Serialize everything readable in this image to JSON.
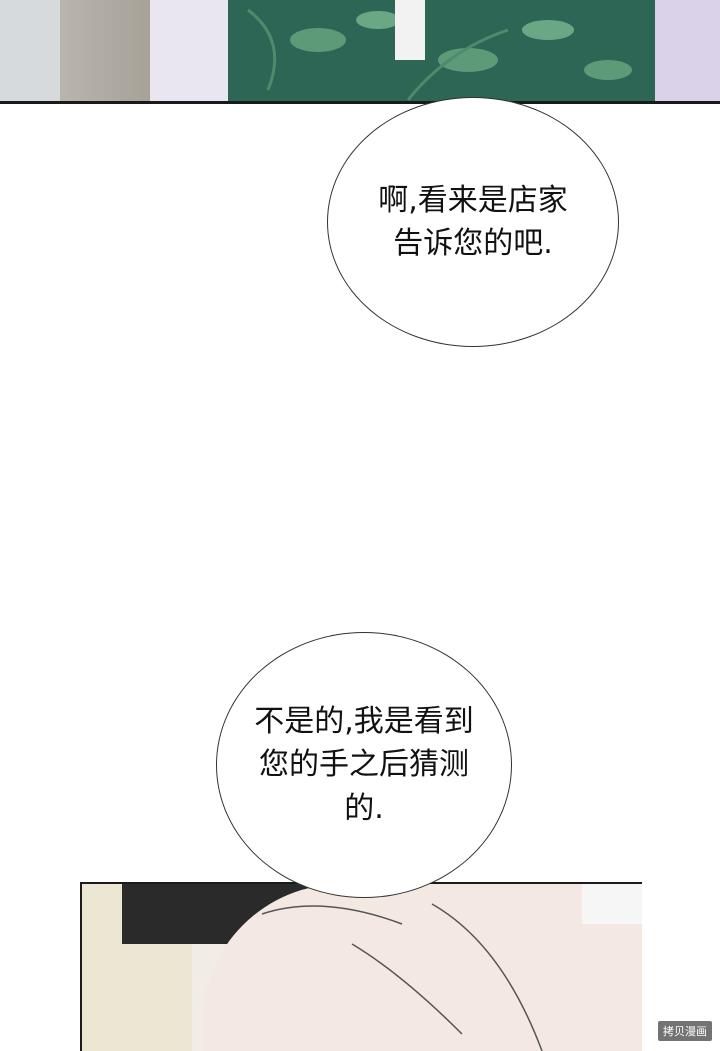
{
  "bubbles": [
    {
      "text": "啊,看来是店家\n告诉您的吧."
    },
    {
      "text": "不是的,我是看到\n您的手之后猜测\n的."
    }
  ],
  "watermark": "拷贝漫画",
  "colors": {
    "robe_green": "#2e6656",
    "sleeve_lavender": "#eae6f1",
    "skin": "#f4e9e2",
    "panel_border": "#1a1a1a"
  }
}
